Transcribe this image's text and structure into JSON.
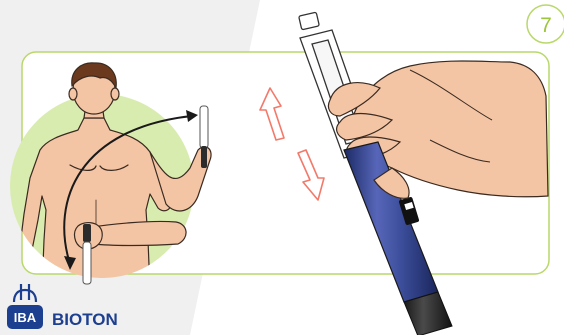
{
  "step": {
    "number": "7"
  },
  "brand": {
    "logo_text": "IBA",
    "name": "BIOTON"
  },
  "colors": {
    "panel_border": "#b9d86a",
    "green_circle": "#d9ecb0",
    "arrow_red": "#f27a6b",
    "pen_blue": "#3d4f9c",
    "grey_bg": "#f0f0f1",
    "brand_blue": "#1d3f8f"
  },
  "icons": [
    "torso-illustration",
    "hand-holding-pen",
    "insulin-pen",
    "mixing-arrows",
    "step-badge",
    "bioton-logo"
  ]
}
